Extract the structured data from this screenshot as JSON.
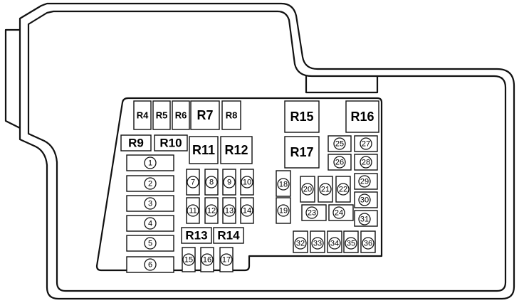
{
  "relays": [
    {
      "id": "r4",
      "label": "R4"
    },
    {
      "id": "r5",
      "label": "R5"
    },
    {
      "id": "r6",
      "label": "R6"
    },
    {
      "id": "r7",
      "label": "R7"
    },
    {
      "id": "r8",
      "label": "R8"
    },
    {
      "id": "r9",
      "label": "R9"
    },
    {
      "id": "r10",
      "label": "R10"
    },
    {
      "id": "r11",
      "label": "R11"
    },
    {
      "id": "r12",
      "label": "R12"
    },
    {
      "id": "r13",
      "label": "R13"
    },
    {
      "id": "r14",
      "label": "R14"
    },
    {
      "id": "r15",
      "label": "R15"
    },
    {
      "id": "r16",
      "label": "R16"
    },
    {
      "id": "r17",
      "label": "R17"
    }
  ],
  "fuses": [
    "1",
    "2",
    "3",
    "4",
    "5",
    "6",
    "7",
    "8",
    "9",
    "10",
    "11",
    "12",
    "13",
    "14",
    "15",
    "16",
    "17",
    "18",
    "19",
    "20",
    "21",
    "22",
    "23",
    "24",
    "25",
    "26",
    "27",
    "28",
    "29",
    "30",
    "31",
    "32",
    "33",
    "34",
    "35",
    "36"
  ]
}
